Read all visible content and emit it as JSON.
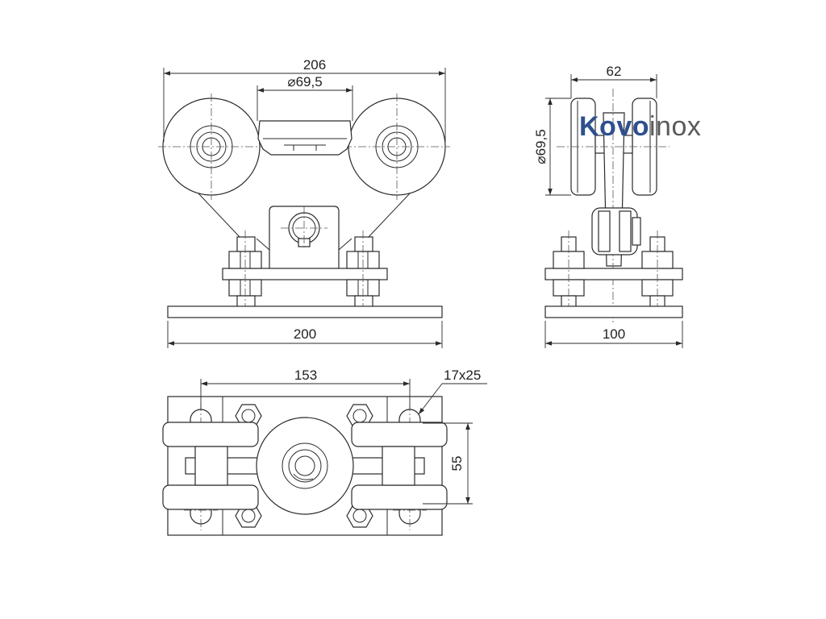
{
  "brand": {
    "name_part1": "Kovo",
    "name_part2": "inox",
    "color_part1": "#2f4f8f",
    "color_part2": "#5a5a5a"
  },
  "front_view": {
    "overall_width": "206",
    "wheel_diameter": "⌀69,5",
    "base_width": "200"
  },
  "side_view": {
    "wheel_width": "62",
    "wheel_diameter": "⌀69,5",
    "base_width": "100"
  },
  "top_view": {
    "hole_spacing": "153",
    "slot_size": "17x25",
    "slot_spacing": "55"
  }
}
